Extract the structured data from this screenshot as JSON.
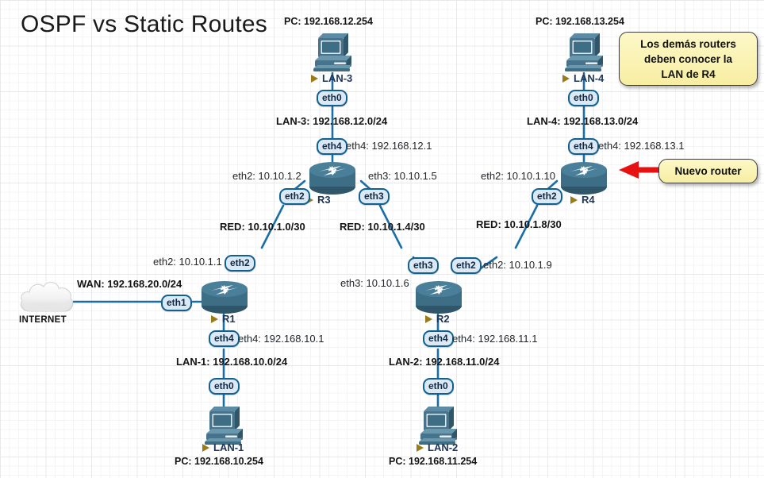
{
  "title": "OSPF vs Static Routes",
  "callouts": [
    {
      "id": "note-r4-lan",
      "text": "Los demás routers\ndeben conocer la\nLAN de R4"
    },
    {
      "id": "note-new-router",
      "text": "Nuevo router"
    }
  ],
  "nodes": {
    "internet": {
      "name": "INTERNET",
      "icon": "cloud-icon"
    },
    "r1": {
      "name": "R1",
      "icon": "router-icon"
    },
    "r2": {
      "name": "R2",
      "icon": "router-icon"
    },
    "r3": {
      "name": "R3",
      "icon": "router-icon"
    },
    "r4": {
      "name": "R4",
      "icon": "router-icon"
    },
    "lan1": {
      "name": "LAN-1",
      "icon": "pc-icon",
      "pc_label": "PC: 192.168.10.254"
    },
    "lan2": {
      "name": "LAN-2",
      "icon": "pc-icon",
      "pc_label": "PC: 192.168.11.254"
    },
    "lan3": {
      "name": "LAN-3",
      "icon": "pc-icon",
      "pc_label": "PC: 192.168.12.254"
    },
    "lan4": {
      "name": "LAN-4",
      "icon": "pc-icon",
      "pc_label": "PC: 192.168.13.254"
    }
  },
  "interfaces": {
    "lan3_eth0": "eth0",
    "lan4_eth0": "eth0",
    "lan1_eth0": "eth0",
    "lan2_eth0": "eth0",
    "r3_eth4": "eth4",
    "r4_eth4": "eth4",
    "r1_eth4": "eth4",
    "r2_eth4": "eth4",
    "r3_eth2": "eth2",
    "r3_eth3": "eth3",
    "r4_eth2": "eth2",
    "r1_eth1": "eth1",
    "r1_eth2": "eth2",
    "r2_eth3": "eth3",
    "r2_eth2": "eth2"
  },
  "networks": {
    "lan3": "LAN-3: 192.168.12.0/24",
    "lan4": "LAN-4: 192.168.13.0/24",
    "lan1": "LAN-1: 192.168.10.0/24",
    "lan2": "LAN-2: 192.168.11.0/24",
    "wan": "WAN: 192.168.20.0/24",
    "red1": "RED: 10.10.1.0/30",
    "red2": "RED: 10.10.1.4/30",
    "red3": "RED: 10.10.1.8/30"
  },
  "addresses": {
    "r3_eth4": "eth4: 192.168.12.1",
    "r3_eth2": "eth2: 10.10.1.2",
    "r3_eth3": "eth3: 10.10.1.5",
    "r4_eth4": "eth4: 192.168.13.1",
    "r4_eth2": "eth2: 10.10.1.10",
    "r1_eth2": "eth2: 10.10.1.1",
    "r1_eth4": "eth4: 192.168.10.1",
    "r2_eth3": "eth3: 10.10.1.6",
    "r2_eth2": "eth2: 10.10.1.9",
    "r2_eth4": "eth4: 192.168.11.1"
  },
  "colors": {
    "link": "#1a6ea8",
    "router_body": "#3d6e85",
    "callout_fill": "#faf3b0",
    "arrow_red": "#e81111",
    "node_name": "#1d3557",
    "triangle": "#9a7b1a"
  }
}
